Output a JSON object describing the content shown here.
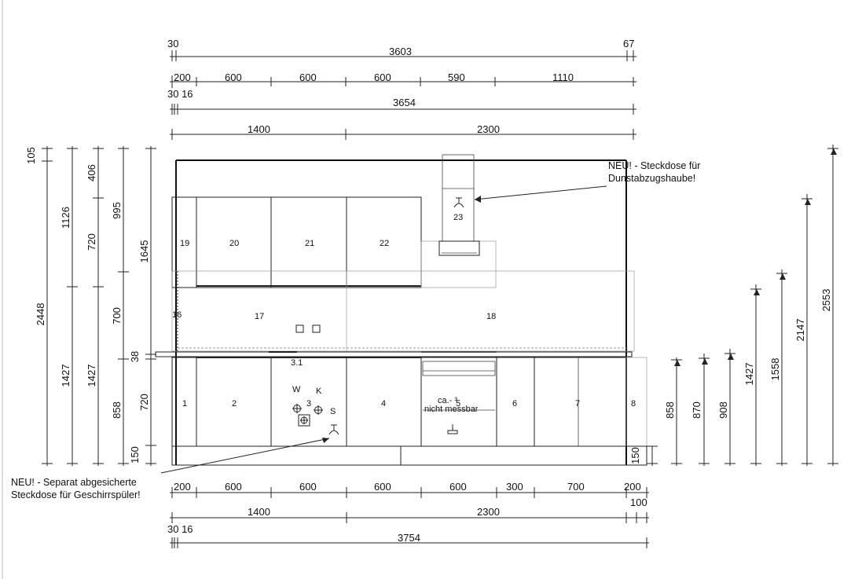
{
  "top": {
    "offset_left": "30",
    "overall": "3603",
    "offset_right": "67",
    "segments": [
      "200",
      "600",
      "600",
      "600",
      "590",
      "1110"
    ],
    "left_small": "30 16",
    "overall2": "3654",
    "halves": [
      "1400",
      "2300"
    ]
  },
  "bottom": {
    "segments": [
      "200",
      "600",
      "600",
      "600",
      "600",
      "300",
      "700",
      "200"
    ],
    "right_extra": "100",
    "halves": [
      "1400",
      "2300"
    ],
    "left_small": "30 16",
    "overall": "3754"
  },
  "left_dims": [
    "105",
    "2448",
    "1126",
    "1427",
    "406",
    "720",
    "1427",
    "995",
    "700",
    "858",
    "1645",
    "38",
    "720",
    "150"
  ],
  "right_dims": [
    "150",
    "858",
    "870",
    "908",
    "1427",
    "1558",
    "2147",
    "2553"
  ],
  "units": {
    "upper": [
      "19",
      "20",
      "21",
      "22",
      "23"
    ],
    "mid": [
      "16",
      "17",
      "18"
    ],
    "lower": [
      "1",
      "2",
      "3",
      "4",
      "5",
      "6",
      "7",
      "8"
    ],
    "sub": "3.1"
  },
  "symbols": {
    "w": "W",
    "k": "K",
    "s": "S"
  },
  "unit5_note_line1": "ca.- ³",
  "unit5_note_line2": "nicht messbar",
  "note_hood_line1": "NEU! - Steckdose für",
  "note_hood_line2": "Dunstabzugshaube!",
  "note_dishwasher_line1": "NEU! - Separat abgesicherte",
  "note_dishwasher_line2": "Steckdose für Geschirrspüler!"
}
